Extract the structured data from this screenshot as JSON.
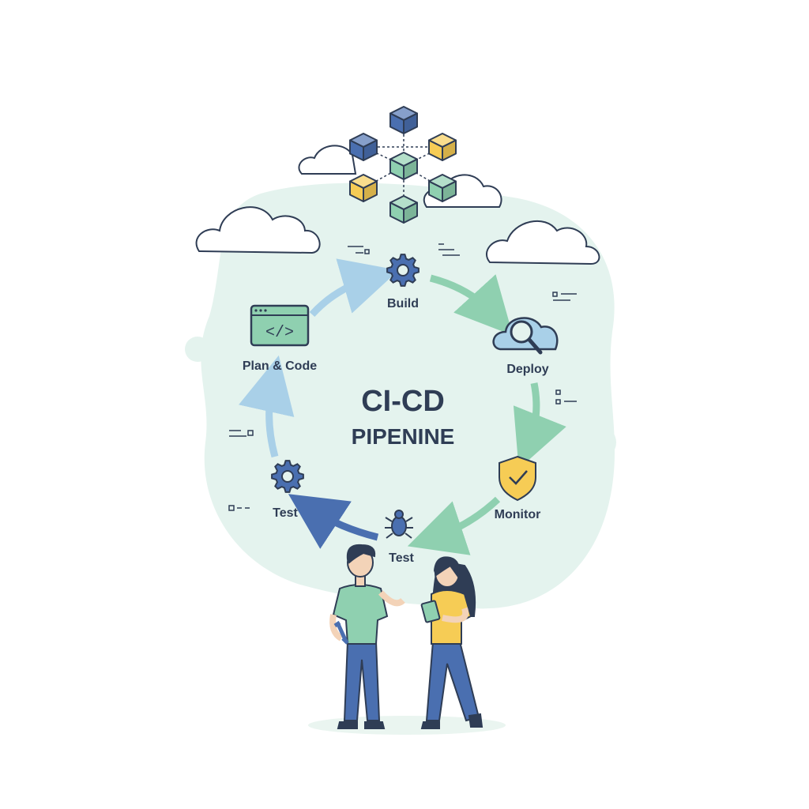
{
  "title": {
    "line1": "CI-CD",
    "line2": "PIPENINE"
  },
  "stages": {
    "plan": "Plan & Code",
    "build": "Build",
    "deploy": "Deploy",
    "monitor": "Monitor",
    "test_bug": "Test",
    "test_gear": "Test"
  },
  "colors": {
    "background_blob": "#e4f3ee",
    "text": "#2f3d55",
    "green": "#8fd0b0",
    "light_blue": "#a9d0e8",
    "blue": "#4a6fb0",
    "yellow": "#f6cc55",
    "outline": "#2f3d55"
  },
  "code_icon": "</>"
}
